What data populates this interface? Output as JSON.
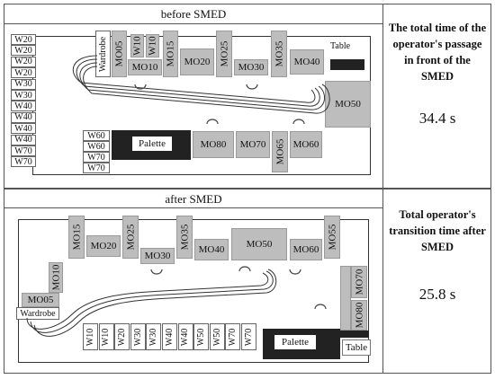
{
  "top": {
    "header": "before SMED",
    "side_text": "The total time of the operator's passage in front of the SMED",
    "time": "34.4 s",
    "w_stack": [
      "W20",
      "W20",
      "W20",
      "W20",
      "W30",
      "W30",
      "W40",
      "W40",
      "W40",
      "W40",
      "W70",
      "W70"
    ],
    "wardrobe": "Wardrobe",
    "modules": {
      "mo05": "MO05",
      "w10a": "W10",
      "w10b": "W10",
      "mo10": "MO10",
      "mo15": "MO15",
      "mo20": "MO20",
      "mo25": "MO25",
      "mo30": "MO30",
      "mo35": "MO35",
      "mo40": "MO40",
      "mo50": "MO50",
      "mo60": "MO60",
      "mo65": "MO65",
      "mo70": "MO70",
      "mo80": "MO80"
    },
    "table": "Table",
    "palette": "Palette",
    "w_bottom": [
      "W60",
      "W60",
      "W70",
      "W70"
    ]
  },
  "bottom": {
    "header": "after SMED",
    "side_text": "Total operator's transition time after SMED",
    "time": "25.8 s",
    "modules": {
      "mo15": "MO15",
      "mo20": "MO20",
      "mo25": "MO25",
      "mo30": "MO30",
      "mo35": "MO35",
      "mo40": "MO40",
      "mo50": "MO50",
      "mo60": "MO60",
      "mo55": "MO55",
      "mo10": "MO10",
      "mo05": "MO05",
      "mo70": "MO70",
      "mo80": "MO80"
    },
    "wardrobe": "Wardrobe",
    "w_row": [
      "W10",
      "W10",
      "W20",
      "W30",
      "W30",
      "W40",
      "W40",
      "W50",
      "W50",
      "W70",
      "W70"
    ],
    "palette": "Palette",
    "table": "Table"
  }
}
